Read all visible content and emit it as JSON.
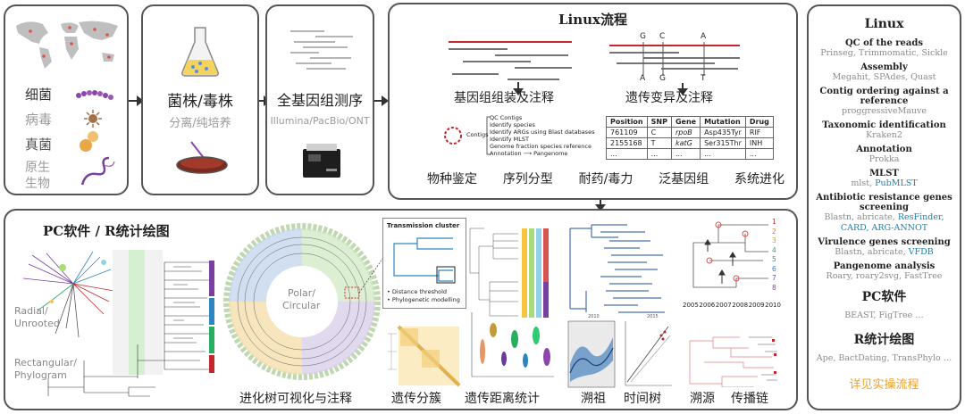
{
  "panel1": {
    "bacteria": "细菌",
    "virus": "病毒",
    "fungi": "真菌",
    "protist_1": "原生",
    "protist_2": "生物"
  },
  "panel2": {
    "title": "菌株/毒株",
    "subtitle": "分离/纯培养"
  },
  "panel3": {
    "title": "全基因组测序",
    "subtitle": "Illumina/PacBio/ONT"
  },
  "linux_panel": {
    "title": "Linux流程",
    "assembly_title": "基因组组装及注释",
    "variant_title": "遗传变异及注释",
    "alignment_letters": [
      "G",
      "C",
      "A",
      "A",
      "G",
      "T"
    ],
    "contigs_label": "Contigs",
    "pipeline_steps": [
      "QC Contigs",
      "Identify species",
      "Identify ARGs using Blast databases",
      "Identify MLST",
      "Genome fraction species reference",
      "Annotation"
    ],
    "pangenome_label": "Pangenome",
    "table": {
      "headers": [
        "Position",
        "SNP",
        "Gene",
        "Mutation",
        "Drug"
      ],
      "rows": [
        [
          "761109",
          "C",
          "rpoB",
          "Asp435Tyr",
          "RIF"
        ],
        [
          "2155168",
          "T",
          "katG",
          "Ser315Thr",
          "INH"
        ],
        [
          "...",
          "...",
          "...",
          "...",
          "..."
        ]
      ]
    },
    "applications": [
      "物种鉴定",
      "序列分型",
      "耐药/毒力",
      "泛基因组",
      "系统进化"
    ]
  },
  "pc_panel": {
    "title": "PC软件 / R统计绘图",
    "radial_1": "Radial/",
    "radial_2": "Unrooted",
    "rect_1": "Rectangular/",
    "rect_2": "Phylogram",
    "polar_1": "Polar/",
    "polar_2": "Circular",
    "transmission_title": "Transmission cluster",
    "bullet_1": "Distance threshold",
    "bullet_2": "Phylogenetic modelling",
    "caption_tree": "进化树可视化与注释",
    "caption_cluster": "遗传分簇",
    "caption_distance": "遗传距离统计",
    "caption_ancestry": "溯祖",
    "caption_timetree": "时间树",
    "caption_source": "溯源",
    "caption_chain": "传播链",
    "years": [
      "2005",
      "2006",
      "2007",
      "2008",
      "2009",
      "2010"
    ],
    "chain_nodes": [
      "1",
      "2",
      "3",
      "4",
      "5",
      "6",
      "7",
      "8"
    ],
    "timetree_years": [
      "2010",
      "2015"
    ]
  },
  "right_panel": {
    "linux_title": "Linux",
    "sections": [
      {
        "heading": "QC of the reads",
        "lines": [
          [
            {
              "text": "Prinseg, Trimmomatic, Sickle",
              "link": false
            }
          ]
        ]
      },
      {
        "heading": "Assembly",
        "lines": [
          [
            {
              "text": "Megahit, SPAdes, Quast",
              "link": false
            }
          ]
        ]
      },
      {
        "heading": "Contig ordering against a reference",
        "lines": [
          [
            {
              "text": "proggressiveMauve",
              "link": false
            }
          ]
        ]
      },
      {
        "heading": "Taxonomic identification",
        "lines": [
          [
            {
              "text": "Kraken2",
              "link": false
            }
          ]
        ]
      },
      {
        "heading": "Annotation",
        "lines": [
          [
            {
              "text": "Prokka",
              "link": false
            }
          ]
        ]
      },
      {
        "heading": "MLST",
        "lines": [
          [
            {
              "text": "mlst, ",
              "link": false
            },
            {
              "text": "PubMLST",
              "link": true
            }
          ]
        ]
      },
      {
        "heading": "Antibiotic resistance genes screening",
        "lines": [
          [
            {
              "text": "Blastn, abricate, ",
              "link": false
            },
            {
              "text": "ResFinder,",
              "link": true
            }
          ],
          [
            {
              "text": "CARD, ARG-ANNOT",
              "link": true
            }
          ]
        ]
      },
      {
        "heading": "Virulence genes screening",
        "lines": [
          [
            {
              "text": "Blastn, abricate, ",
              "link": false
            },
            {
              "text": "VFDB",
              "link": true
            }
          ]
        ]
      },
      {
        "heading": "Pangenome analysis",
        "lines": [
          [
            {
              "text": "Roary, roary2svg, FastTree",
              "link": false
            }
          ]
        ]
      }
    ],
    "pc_title": "PC软件",
    "pc_tools": "BEAST, FigTree …",
    "r_title": "R统计绘图",
    "r_tools": "Ape, BactDating, TransPhylo …",
    "footer": "详见实操流程"
  },
  "colors": {
    "accent_orange": "#f0a030",
    "link_blue": "#1b7fb0",
    "red_line": "#c0282d",
    "tree_blue": "#4a6fb5"
  }
}
